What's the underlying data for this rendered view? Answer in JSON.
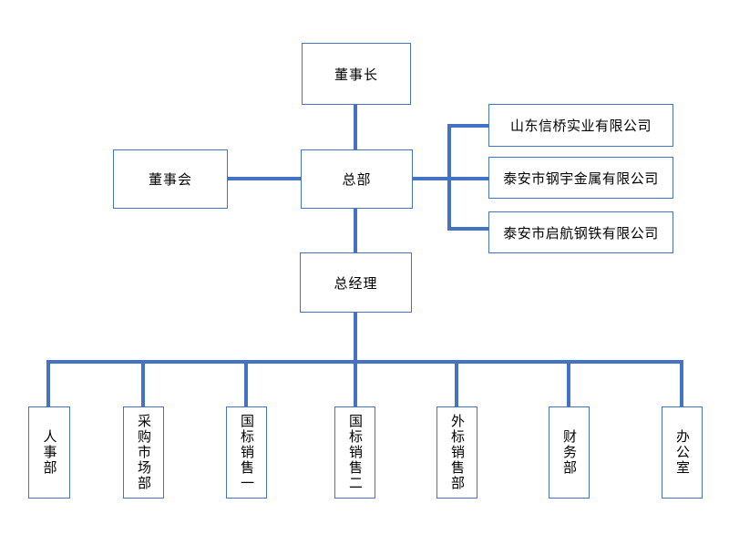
{
  "chart_data": {
    "type": "org-chart",
    "title": "",
    "nodes": {
      "chairman": "董事长",
      "board": "董事会",
      "headquarters": "总部",
      "general_manager": "总经理"
    },
    "subsidiaries": [
      {
        "label": "山东信桥实业有限公司"
      },
      {
        "label": "泰安市钢宇金属有限公司"
      },
      {
        "label": "泰安市启航钢铁有限公司"
      }
    ],
    "departments": [
      {
        "label": "人事部"
      },
      {
        "label": "采购市场部"
      },
      {
        "label": "国标销售一"
      },
      {
        "label": "国标销售二"
      },
      {
        "label": "外标销售部"
      },
      {
        "label": "财务部"
      },
      {
        "label": "办公室"
      }
    ],
    "edges": [
      {
        "from": "chairman",
        "to": "headquarters"
      },
      {
        "from": "board",
        "to": "headquarters"
      },
      {
        "from": "headquarters",
        "to": "subsidiary-1"
      },
      {
        "from": "headquarters",
        "to": "subsidiary-2"
      },
      {
        "from": "headquarters",
        "to": "subsidiary-3"
      },
      {
        "from": "headquarters",
        "to": "general-manager"
      },
      {
        "from": "general-manager",
        "to": "department-1"
      },
      {
        "from": "general-manager",
        "to": "department-2"
      },
      {
        "from": "general-manager",
        "to": "department-3"
      },
      {
        "from": "general-manager",
        "to": "department-4"
      },
      {
        "from": "general-manager",
        "to": "department-5"
      },
      {
        "from": "general-manager",
        "to": "department-6"
      },
      {
        "from": "general-manager",
        "to": "department-7"
      }
    ],
    "colors": {
      "connector": "#4472c4",
      "box_border": "#4472c4",
      "text": "#000000",
      "background": "#ffffff"
    }
  }
}
